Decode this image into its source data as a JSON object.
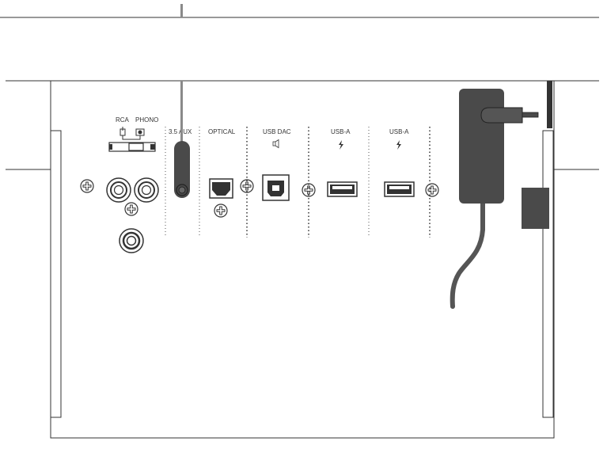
{
  "labels": {
    "rca": "RCA",
    "phono": "PHONO",
    "aux": "3.5 AUX",
    "optical": "OPTICAL",
    "usb_dac": "USB DAC",
    "usb_a_1": "USB-A",
    "usb_a_2": "USB-A"
  },
  "colors": {
    "line": "#333333",
    "dark_plug": "#4a4a4a",
    "cable": "#555555",
    "aux_cable": "#8a8a8a"
  }
}
